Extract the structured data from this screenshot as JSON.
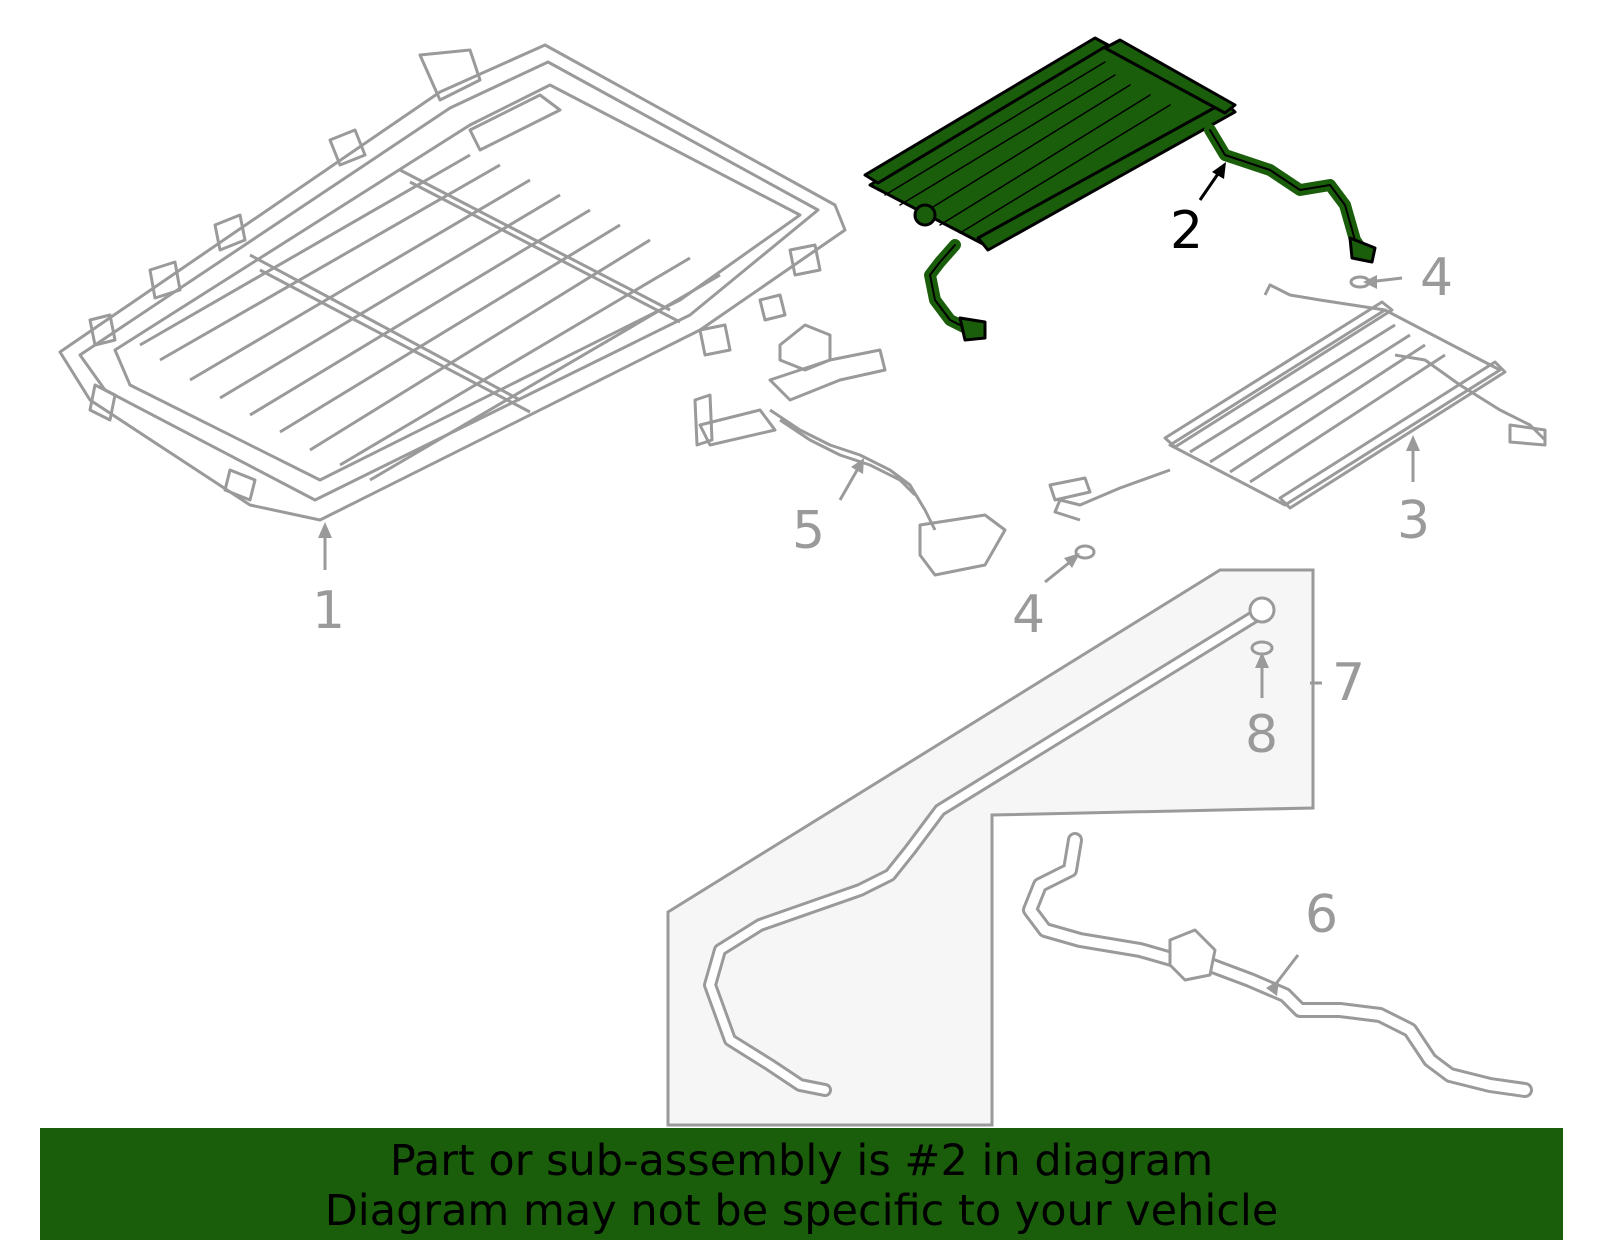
{
  "highlighted_part": "2",
  "colors": {
    "highlight": "#1a5e0b",
    "line_art": "#9a9a9a",
    "inset_fill": "#f6f6f6"
  },
  "callouts": {
    "c1": "1",
    "c2": "2",
    "c3": "3",
    "c4a": "4",
    "c4b": "4",
    "c5": "5",
    "c6": "6",
    "c7": "7",
    "c8": "8"
  },
  "banner": {
    "line1": "Part or sub-assembly is #2 in diagram",
    "line2": "Diagram may not be specific to your vehicle"
  }
}
